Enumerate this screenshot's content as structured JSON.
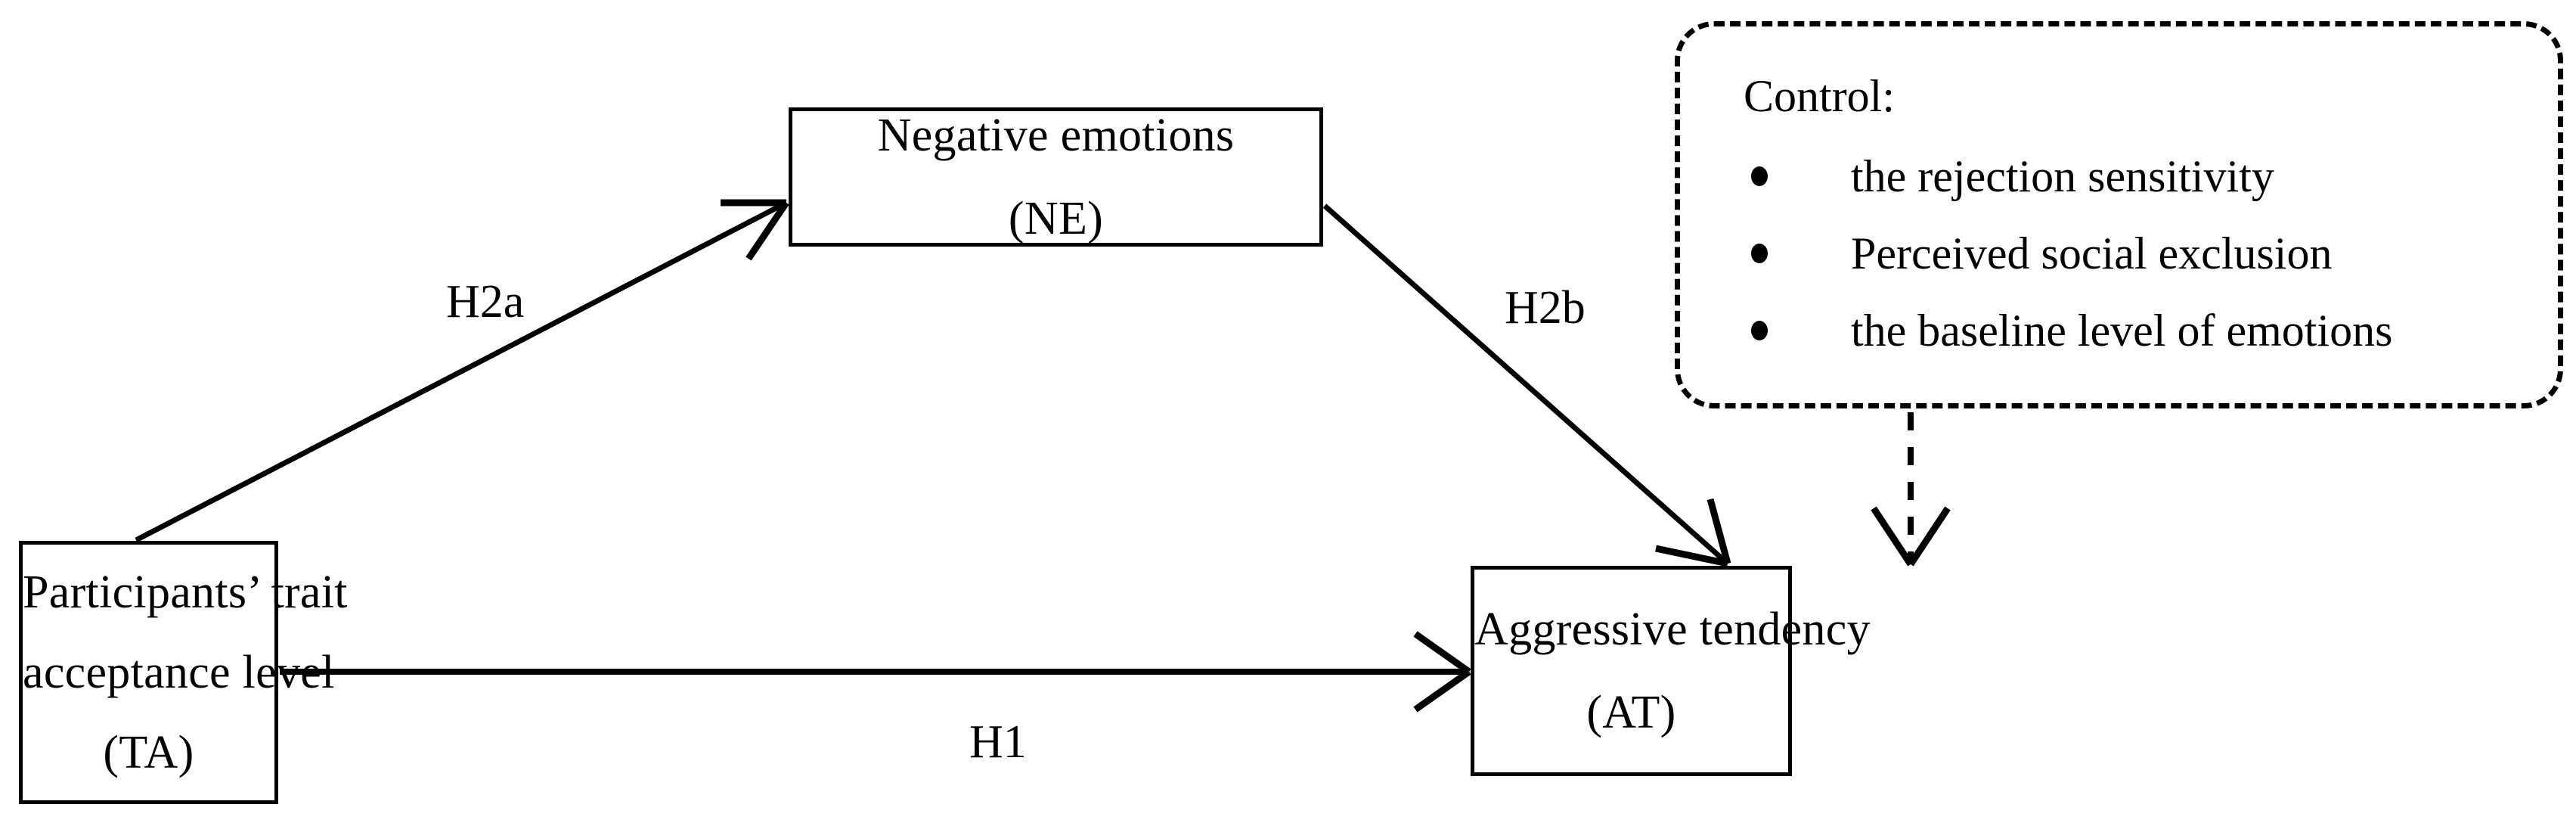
{
  "diagram": {
    "type": "mediation-model",
    "nodes": [
      {
        "id": "NE",
        "name": "negative-emotions",
        "line1": "Negative emotions",
        "line2": "(NE)",
        "shape": "rectangle",
        "border_style": "solid",
        "border_color": "#000000"
      },
      {
        "id": "TA",
        "name": "participants-trait-acceptance-level",
        "line1": "Participants’ trait",
        "line2": "acceptance level",
        "line3": "(TA)",
        "shape": "rectangle",
        "border_style": "solid",
        "border_color": "#000000"
      },
      {
        "id": "AT",
        "name": "aggressive-tendency",
        "line1": "Aggressive tendency",
        "line2": "(AT)",
        "shape": "rectangle",
        "border_style": "solid",
        "border_color": "#000000"
      }
    ],
    "control_panel": {
      "title": "Control:",
      "border_style": "dashed",
      "border_color": "#000000",
      "items": [
        "the rejection sensitivity",
        "Perceived social exclusion",
        "the baseline level of emotions"
      ]
    },
    "edges": [
      {
        "id": "H2a",
        "label": "H2a",
        "from": "TA",
        "to": "NE",
        "style": "solid",
        "arrow": "open-v"
      },
      {
        "id": "H2b",
        "label": "H2b",
        "from": "NE",
        "to": "AT",
        "style": "solid",
        "arrow": "open-v"
      },
      {
        "id": "H1",
        "label": "H1",
        "from": "TA",
        "to": "AT",
        "style": "solid",
        "arrow": "open-v"
      },
      {
        "id": "control-to-AT",
        "label": "",
        "from": "Control",
        "to": "AT",
        "style": "dashed",
        "arrow": "open-v"
      }
    ],
    "colors": {
      "background": "#ffffff",
      "stroke": "#000000",
      "text": "#000000"
    }
  }
}
